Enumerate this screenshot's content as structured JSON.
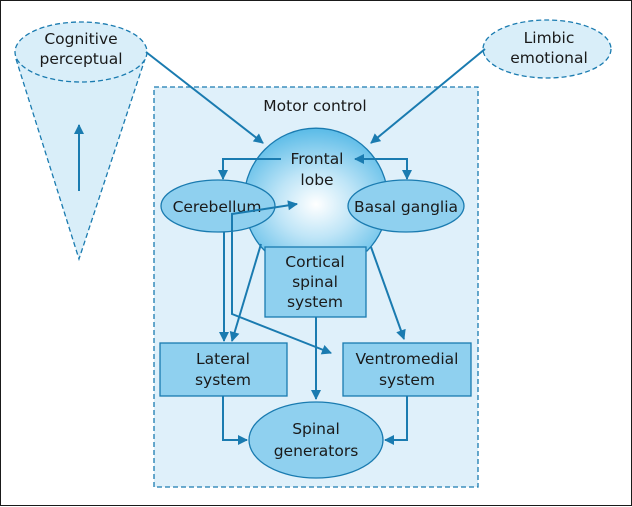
{
  "colors": {
    "line": "#1a7bb0",
    "light_fill": "#d9eef9",
    "node_fill": "#8fd0ef",
    "panel_fill": "#dff0fa",
    "text": "#1a1a1a"
  },
  "external": {
    "cognitive": [
      "Cognitive",
      "perceptual"
    ],
    "limbic": [
      "Limbic",
      "emotional"
    ]
  },
  "panel": {
    "title": "Motor control"
  },
  "nodes": {
    "frontal_lobe": [
      "Frontal",
      "lobe"
    ],
    "cerebellum": [
      "Cerebellum"
    ],
    "basal_ganglia": [
      "Basal ganglia"
    ],
    "cortical_spinal": [
      "Cortical",
      "spinal",
      "system"
    ],
    "lateral": [
      "Lateral",
      "system"
    ],
    "ventromedial": [
      "Ventromedial",
      "system"
    ],
    "spinal_generators": [
      "Spinal",
      "generators"
    ]
  }
}
